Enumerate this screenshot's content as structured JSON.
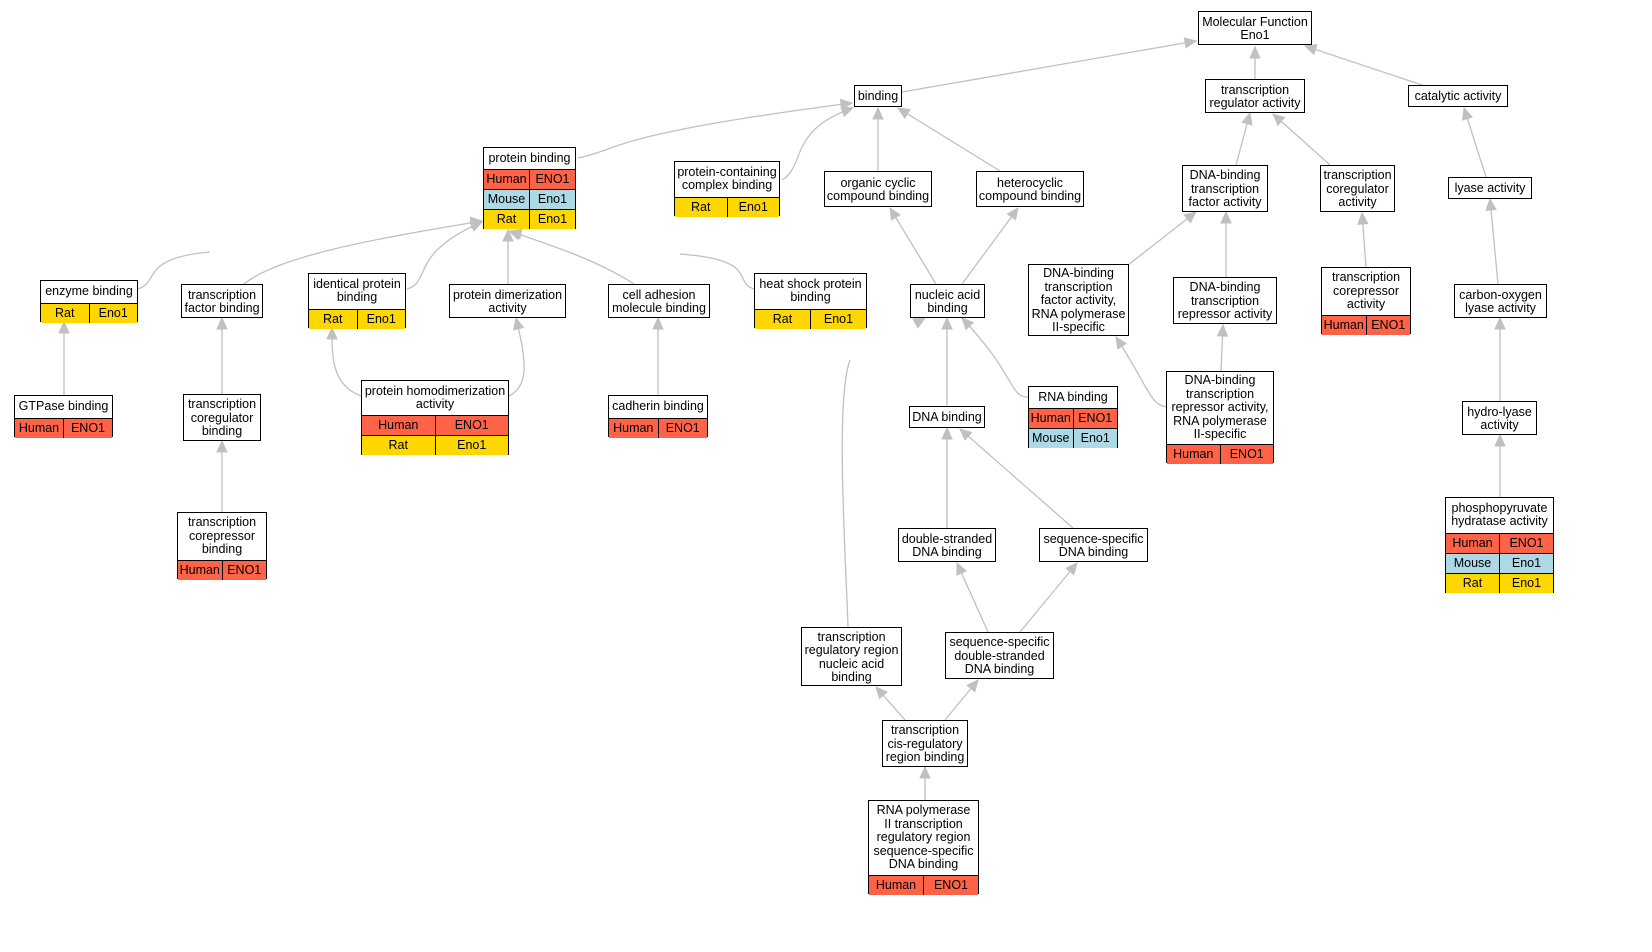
{
  "graph": {
    "nodes": [
      {
        "id": "mf",
        "label": "Molecular Function\nEno1",
        "rows": []
      },
      {
        "id": "binding",
        "label": "binding",
        "rows": []
      },
      {
        "id": "tra",
        "label": "transcription\nregulator activity",
        "rows": []
      },
      {
        "id": "cat",
        "label": "catalytic activity",
        "rows": []
      },
      {
        "id": "pb",
        "label": "protein binding",
        "rows": [
          [
            "Human",
            "ENO1"
          ],
          [
            "Mouse",
            "Eno1"
          ],
          [
            "Rat",
            "Eno1"
          ]
        ]
      },
      {
        "id": "pccb",
        "label": "protein-containing\ncomplex binding",
        "rows": [
          [
            "Rat",
            "Eno1"
          ]
        ]
      },
      {
        "id": "ocb",
        "label": "organic cyclic\ncompound binding",
        "rows": []
      },
      {
        "id": "hcb",
        "label": "heterocyclic\ncompound binding",
        "rows": []
      },
      {
        "id": "dbtfa",
        "label": "DNA-binding\ntranscription\nfactor activity",
        "rows": []
      },
      {
        "id": "tcoa",
        "label": "transcription\ncoregulator\nactivity",
        "rows": []
      },
      {
        "id": "lyase",
        "label": "lyase activity",
        "rows": []
      },
      {
        "id": "enz",
        "label": "enzyme binding",
        "rows": [
          [
            "Rat",
            "Eno1"
          ]
        ]
      },
      {
        "id": "tfb",
        "label": "transcription\nfactor binding",
        "rows": []
      },
      {
        "id": "ipb",
        "label": "identical protein\nbinding",
        "rows": [
          [
            "Rat",
            "Eno1"
          ]
        ]
      },
      {
        "id": "pda",
        "label": "protein dimerization\nactivity",
        "rows": []
      },
      {
        "id": "camb",
        "label": "cell adhesion\nmolecule binding",
        "rows": []
      },
      {
        "id": "hspb",
        "label": "heat shock protein\nbinding",
        "rows": [
          [
            "Rat",
            "Eno1"
          ]
        ]
      },
      {
        "id": "nab",
        "label": "nucleic acid\nbinding",
        "rows": []
      },
      {
        "id": "dbtfa2",
        "label": "DNA-binding\ntranscription\nfactor activity,\nRNA polymerase\nII-specific",
        "rows": []
      },
      {
        "id": "dbtra",
        "label": "DNA-binding\ntranscription\nrepressor activity",
        "rows": []
      },
      {
        "id": "tcra",
        "label": "transcription\ncorepressor\nactivity",
        "rows": [
          [
            "Human",
            "ENO1"
          ]
        ]
      },
      {
        "id": "colya",
        "label": "carbon-oxygen\nlyase activity",
        "rows": []
      },
      {
        "id": "gtp",
        "label": "GTPase binding",
        "rows": [
          [
            "Human",
            "ENO1"
          ]
        ]
      },
      {
        "id": "tcob",
        "label": "transcription\ncoregulator\nbinding",
        "rows": []
      },
      {
        "id": "phda",
        "label": "protein homodimerization\nactivity",
        "rows": [
          [
            "Human",
            "ENO1"
          ],
          [
            "Rat",
            "Eno1"
          ]
        ]
      },
      {
        "id": "cadb",
        "label": "cadherin binding",
        "rows": [
          [
            "Human",
            "ENO1"
          ]
        ]
      },
      {
        "id": "rnab",
        "label": "RNA binding",
        "rows": [
          [
            "Human",
            "ENO1"
          ],
          [
            "Mouse",
            "Eno1"
          ]
        ]
      },
      {
        "id": "dnab",
        "label": "DNA binding",
        "rows": []
      },
      {
        "id": "dbtra2",
        "label": "DNA-binding\ntranscription\nrepressor activity,\nRNA polymerase\nII-specific",
        "rows": [
          [
            "Human",
            "ENO1"
          ]
        ]
      },
      {
        "id": "hla",
        "label": "hydro-lyase\nactivity",
        "rows": []
      },
      {
        "id": "tcrb",
        "label": "transcription\ncorepressor\nbinding",
        "rows": [
          [
            "Human",
            "ENO1"
          ]
        ]
      },
      {
        "id": "dsdna",
        "label": "double-stranded\nDNA binding",
        "rows": []
      },
      {
        "id": "ssdna",
        "label": "sequence-specific\nDNA binding",
        "rows": []
      },
      {
        "id": "ppha",
        "label": "phosphopyruvate\nhydratase activity",
        "rows": [
          [
            "Human",
            "ENO1"
          ],
          [
            "Mouse",
            "Eno1"
          ],
          [
            "Rat",
            "Eno1"
          ]
        ]
      },
      {
        "id": "trrnab",
        "label": "transcription\nregulatory region\nnucleic acid\nbinding",
        "rows": []
      },
      {
        "id": "ssdsdna",
        "label": "sequence-specific\ndouble-stranded\nDNA binding",
        "rows": []
      },
      {
        "id": "tcrrb",
        "label": "transcription\ncis-regulatory\nregion binding",
        "rows": []
      },
      {
        "id": "rnap",
        "label": "RNA polymerase\nII transcription\nregulatory region\nsequence-specific\nDNA binding",
        "rows": [
          [
            "Human",
            "ENO1"
          ]
        ]
      }
    ],
    "edges": [
      [
        "binding",
        "mf"
      ],
      [
        "tra",
        "mf"
      ],
      [
        "cat",
        "mf"
      ],
      [
        "pb",
        "binding"
      ],
      [
        "pccb",
        "binding"
      ],
      [
        "ocb",
        "binding"
      ],
      [
        "hcb",
        "binding"
      ],
      [
        "dbtfa",
        "tra"
      ],
      [
        "tcoa",
        "tra"
      ],
      [
        "lyase",
        "cat"
      ],
      [
        "enz",
        "pb"
      ],
      [
        "tfb",
        "pb"
      ],
      [
        "ipb",
        "pb"
      ],
      [
        "pda",
        "pb"
      ],
      [
        "camb",
        "pb"
      ],
      [
        "hspb",
        "pb"
      ],
      [
        "nab",
        "ocb"
      ],
      [
        "nab",
        "hcb"
      ],
      [
        "dbtfa2",
        "dbtfa"
      ],
      [
        "dbtra",
        "dbtfa"
      ],
      [
        "tcra",
        "tcoa"
      ],
      [
        "colya",
        "lyase"
      ],
      [
        "gtp",
        "enz"
      ],
      [
        "tcob",
        "tfb"
      ],
      [
        "phda",
        "ipb"
      ],
      [
        "phda",
        "pda"
      ],
      [
        "cadb",
        "camb"
      ],
      [
        "rnab",
        "nab"
      ],
      [
        "dnab",
        "nab"
      ],
      [
        "trrnab",
        "nab"
      ],
      [
        "dbtra2",
        "dbtfa2"
      ],
      [
        "dbtra2",
        "dbtra"
      ],
      [
        "hla",
        "colya"
      ],
      [
        "tcrb",
        "tcob"
      ],
      [
        "dsdna",
        "dnab"
      ],
      [
        "ssdna",
        "dnab"
      ],
      [
        "ppha",
        "hla"
      ],
      [
        "ssdsdna",
        "dsdna"
      ],
      [
        "ssdsdna",
        "ssdna"
      ],
      [
        "tcrrb",
        "trrnab"
      ],
      [
        "tcrrb",
        "ssdsdna"
      ],
      [
        "rnap",
        "tcrrb"
      ]
    ],
    "colors": {
      "edge": "#c0c0c0",
      "border": "#000000",
      "Human": "#ff6347",
      "Mouse": "#add8e6",
      "Rat": "#ffd700"
    }
  }
}
